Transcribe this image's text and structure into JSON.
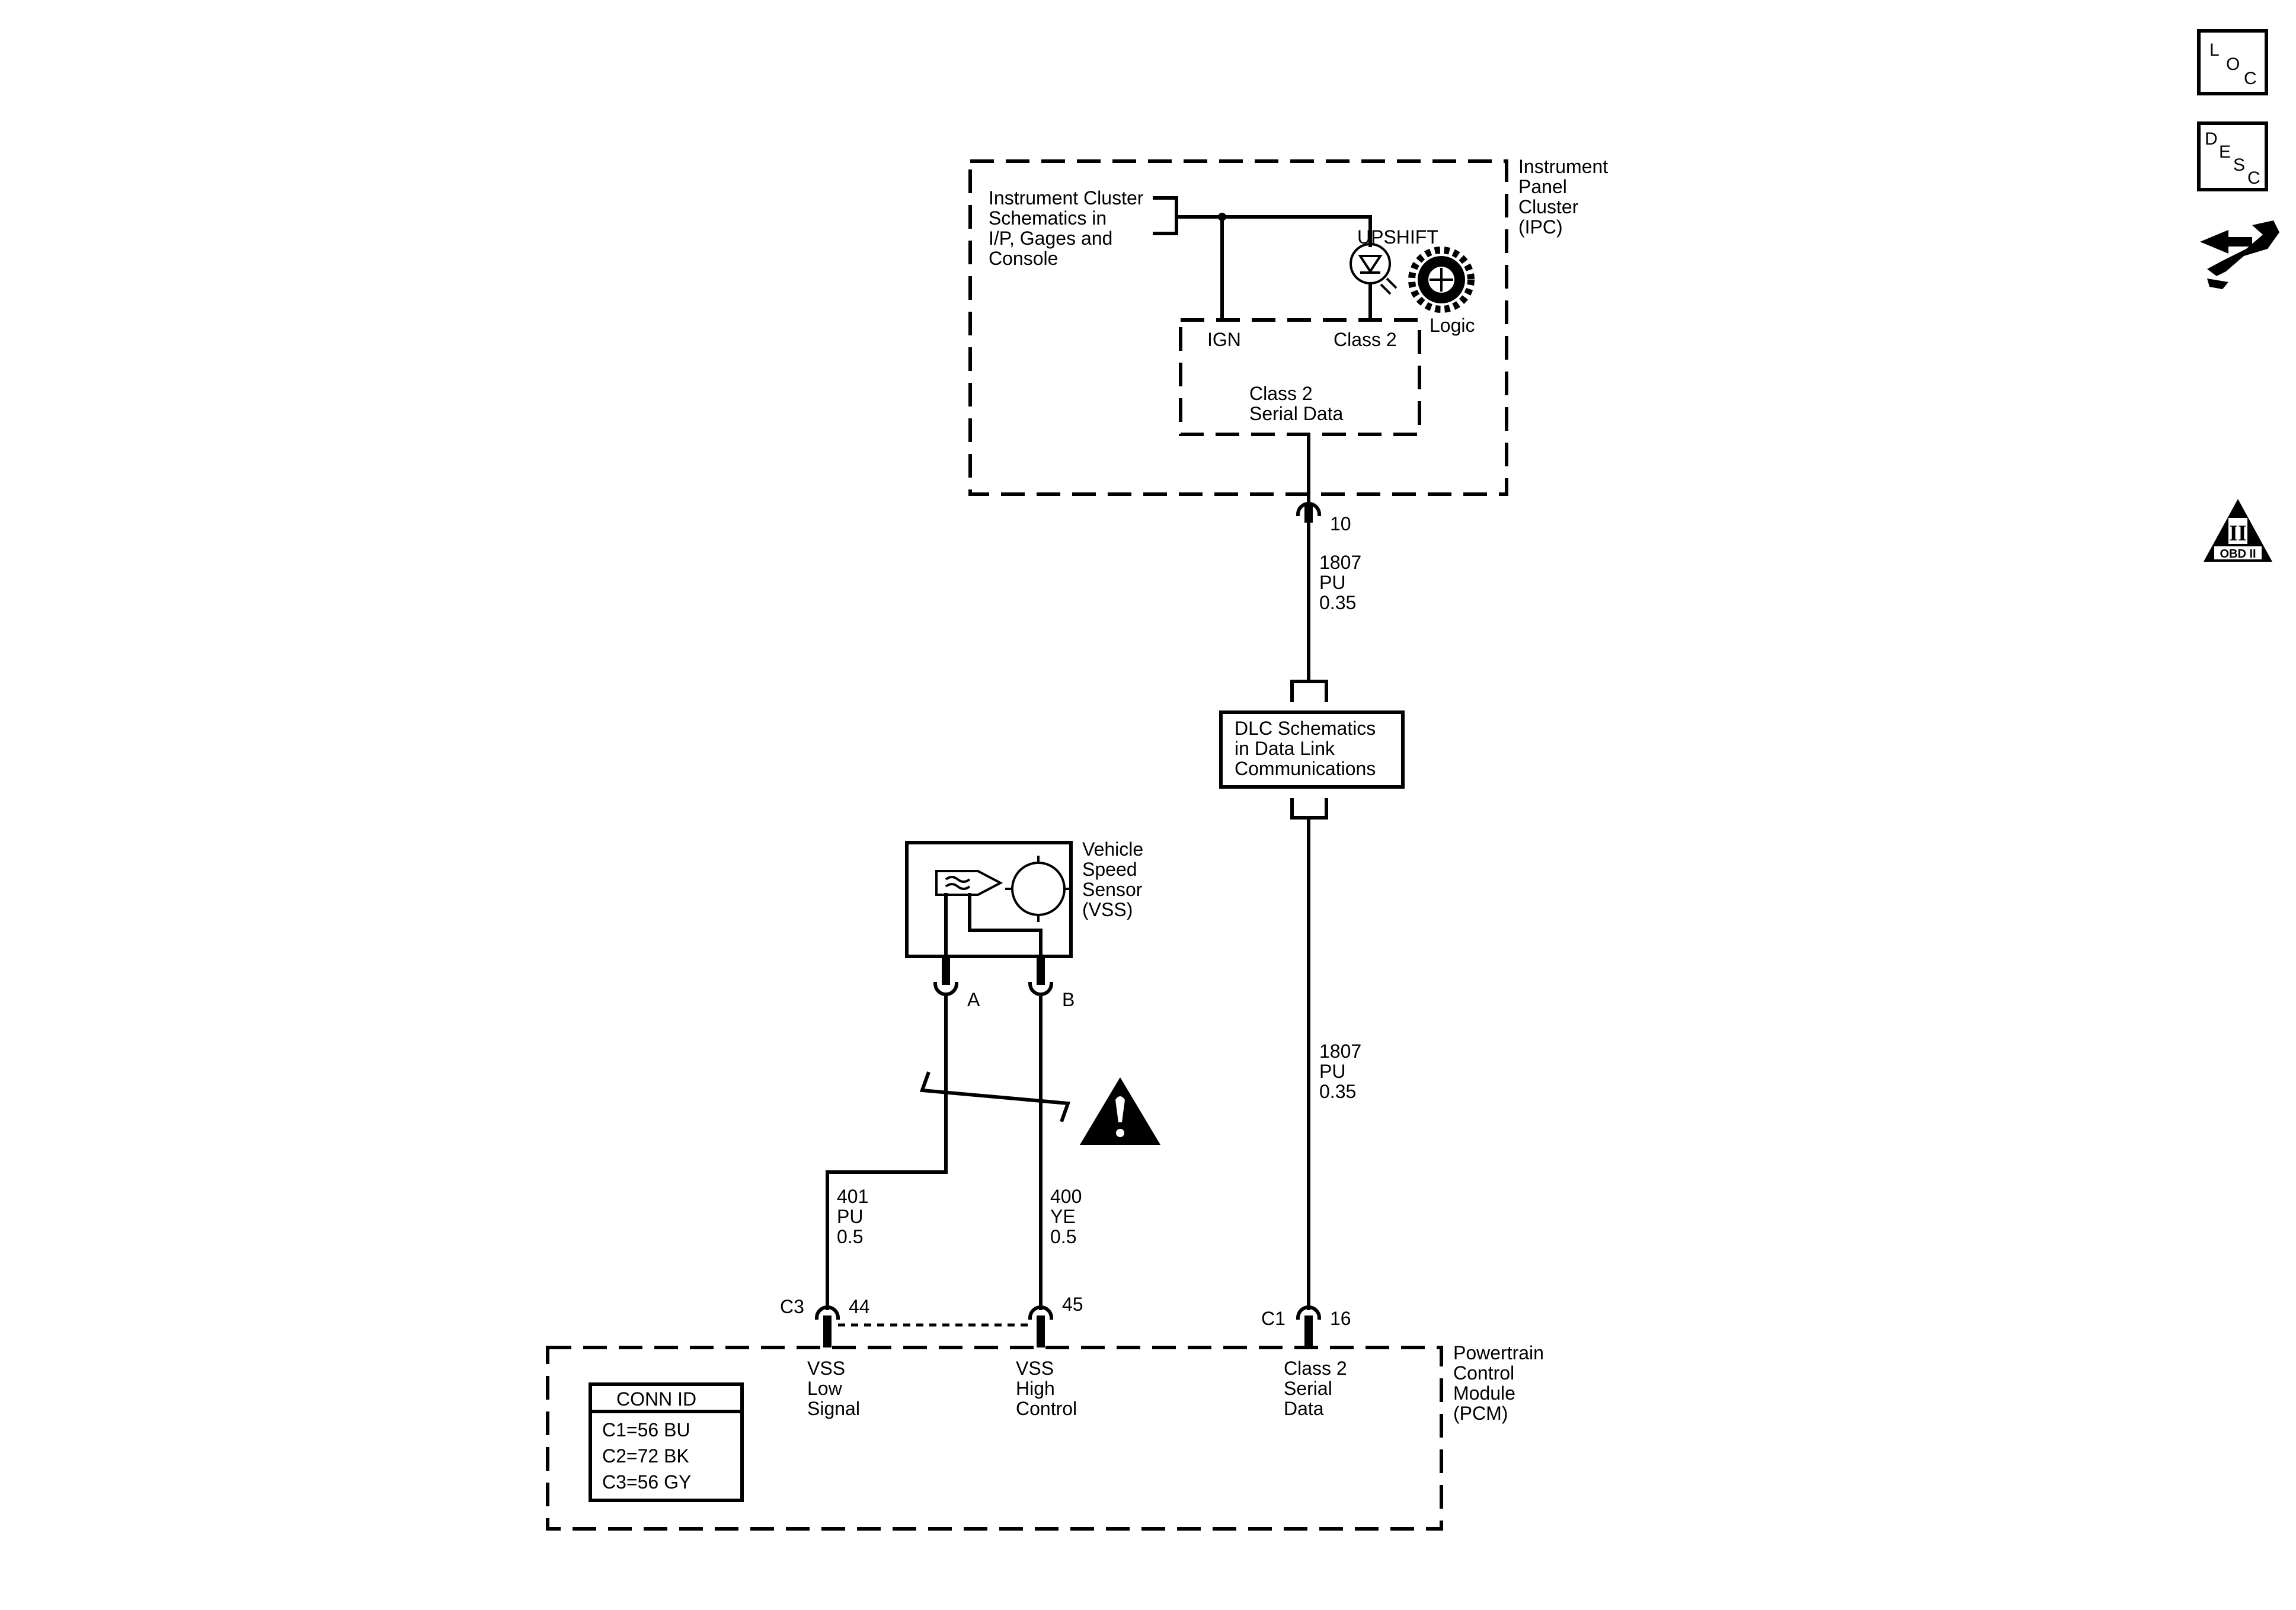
{
  "ipc": {
    "title": [
      "Instrument",
      "Panel",
      "Cluster",
      "(IPC)"
    ],
    "ref": [
      "Instrument Cluster",
      "Schematics in",
      "I/P, Gages and",
      "Console"
    ],
    "upshift": "UPSHIFT",
    "logic": "Logic",
    "ign": "IGN",
    "class2": "Class 2",
    "inner": [
      "Class 2",
      "Serial Data"
    ],
    "pin": "10"
  },
  "wire_upper": [
    "1807",
    "PU",
    "0.35"
  ],
  "dlc": [
    "DLC Schematics",
    "in Data Link",
    "Communications"
  ],
  "wire_lower": [
    "1807",
    "PU",
    "0.35"
  ],
  "vss": {
    "title": [
      "Vehicle",
      "Speed",
      "Sensor",
      "(VSS)"
    ],
    "pin_a": "A",
    "pin_b": "B"
  },
  "wire_401": [
    "401",
    "PU",
    "0.5"
  ],
  "wire_400": [
    "400",
    "YE",
    "0.5"
  ],
  "pcm": {
    "title": [
      "Powertrain",
      "Control",
      "Module",
      "(PCM)"
    ],
    "c3": "C3",
    "pin44": "44",
    "pin45": "45",
    "c1": "C1",
    "pin16": "16",
    "vss_low": [
      "VSS",
      "Low",
      "Signal"
    ],
    "vss_high": [
      "VSS",
      "High",
      "Control"
    ],
    "class2": [
      "Class 2",
      "Serial",
      "Data"
    ]
  },
  "conn_id": {
    "title": "CONN ID",
    "rows": [
      "C1=56 BU",
      "C2=72 BK",
      "C3=56 GY"
    ]
  },
  "icons": {
    "loc": [
      "L",
      "O",
      "C"
    ],
    "desc": [
      "D",
      "E",
      "S",
      "C"
    ],
    "obd": [
      "II",
      "OBD II"
    ]
  }
}
